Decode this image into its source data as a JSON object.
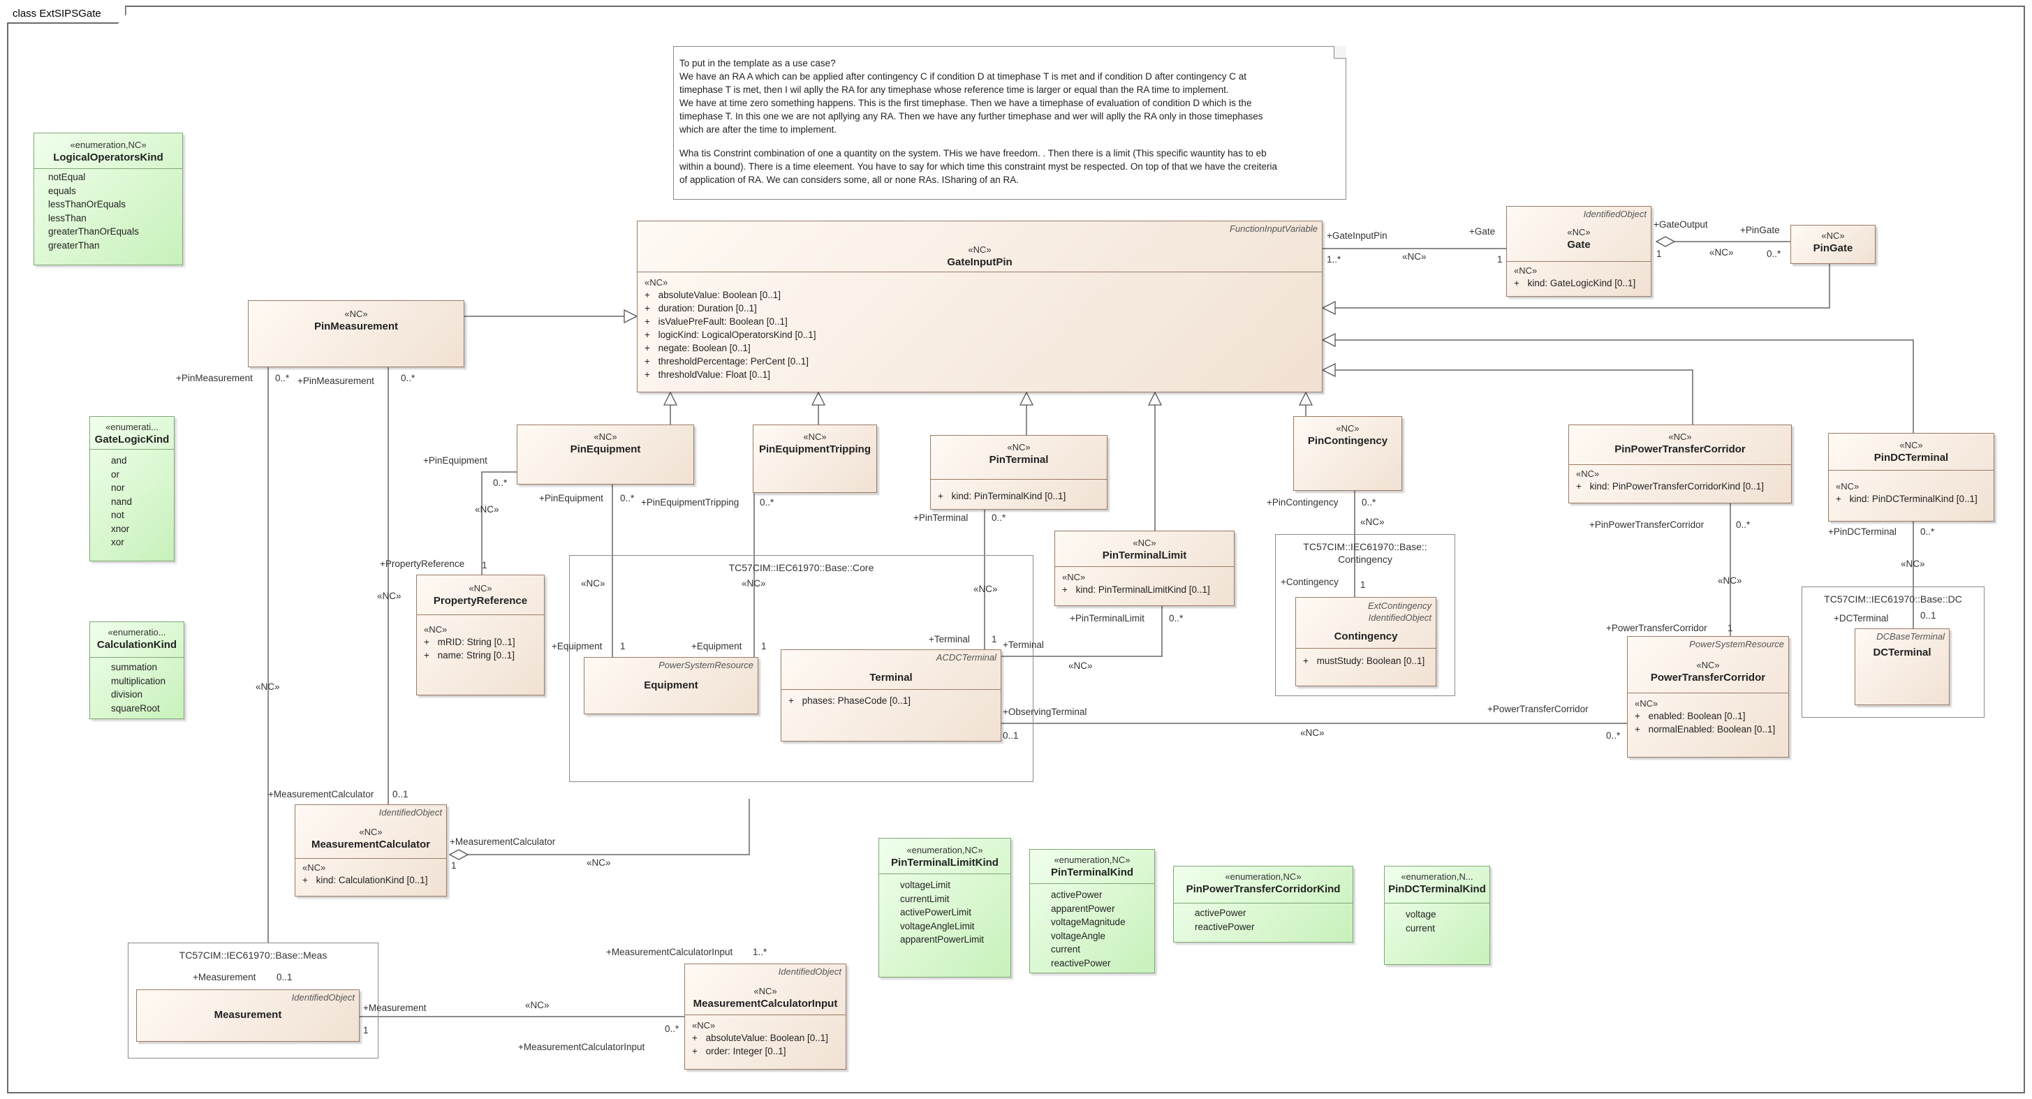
{
  "frame_title": "class ExtSIPSGate",
  "note": {
    "lines": [
      "To put in the template as a use case?",
      "We have an RA A which can be applied after contingency C if condition D at timephase T is met and if condition D after contingency C at",
      "timephase T is met, then I wil aplly the RA for any timephase whose reference time is larger or equal than the RA time to implement.",
      "We have at time zero something happens. This is the first timephase. Then we have a timephase of evaluation of condition D which is the",
      "timephase T. In this one we are not apllying any RA. Then we have any further timephase and wer will aplly the RA only in those timephases",
      "which are after the time to implement."
    ],
    "lines2": [
      "Wha tis Constrint combination of one a quantity on the system. THis we have freedom. . Then there is a limit (This specific wauntity has to eb",
      "within a bound). There is a time eleement. You have to say for which time this constraint myst be respected. On top of that we have the creiteria",
      "of application of RA. We can considers some, all or none RAs. ISharing of an RA."
    ]
  },
  "packages": {
    "core": "TC57CIM::IEC61970::Base::Core",
    "contingency_l1": "TC57CIM::IEC61970::Base::",
    "contingency_l2": "Contingency",
    "dc": "TC57CIM::IEC61970::Base::DC",
    "meas": "TC57CIM::IEC61970::Base::Meas"
  },
  "classes": {
    "gate_input_pin": {
      "parent": "FunctionInputVariable",
      "stereo": "«NC»",
      "name": "GateInputPin",
      "attr_stereo": "«NC»",
      "attrs": [
        "absoluteValue: Boolean [0..1]",
        "duration: Duration [0..1]",
        "isValuePreFault: Boolean [0..1]",
        "logicKind: LogicalOperatorsKind [0..1]",
        "negate: Boolean [0..1]",
        "thresholdPercentage: PerCent [0..1]",
        "thresholdValue: Float [0..1]"
      ]
    },
    "gate": {
      "parent": "IdentifiedObject",
      "stereo": "«NC»",
      "name": "Gate",
      "attr_stereo": "«NC»",
      "attrs": [
        "kind: GateLogicKind [0..1]"
      ]
    },
    "pin_gate": {
      "stereo": "«NC»",
      "name": "PinGate"
    },
    "pin_measurement": {
      "stereo": "«NC»",
      "name": "PinMeasurement"
    },
    "pin_equipment": {
      "stereo": "«NC»",
      "name": "PinEquipment"
    },
    "pin_equipment_tripping": {
      "stereo": "«NC»",
      "name": "PinEquipmentTripping"
    },
    "pin_terminal": {
      "stereo": "«NC»",
      "name": "PinTerminal",
      "attrs": [
        "kind: PinTerminalKind [0..1]"
      ]
    },
    "pin_terminal_limit": {
      "stereo": "«NC»",
      "name": "PinTerminalLimit",
      "attr_stereo": "«NC»",
      "attrs": [
        "kind: PinTerminalLimitKind [0..1]"
      ]
    },
    "pin_contingency": {
      "stereo": "«NC»",
      "name": "PinContingency"
    },
    "pin_ptc": {
      "stereo": "«NC»",
      "name": "PinPowerTransferCorridor",
      "attr_stereo": "«NC»",
      "attrs": [
        "kind: PinPowerTransferCorridorKind [0..1]"
      ]
    },
    "pin_dc_terminal": {
      "stereo": "«NC»",
      "name": "PinDCTerminal",
      "attr_stereo": "«NC»",
      "attrs": [
        "kind: PinDCTerminalKind [0..1]"
      ]
    },
    "property_reference": {
      "stereo": "«NC»",
      "name": "PropertyReference",
      "attr_stereo": "«NC»",
      "attrs": [
        "mRID: String [0..1]",
        "name: String [0..1]"
      ]
    },
    "equipment": {
      "parent": "PowerSystemResource",
      "name": "Equipment"
    },
    "terminal": {
      "parent": "ACDCTerminal",
      "name": "Terminal",
      "attrs": [
        "phases: PhaseCode [0..1]"
      ]
    },
    "contingency": {
      "parent": "ExtContingency",
      "parent2": "IdentifiedObject",
      "name": "Contingency",
      "attrs": [
        "mustStudy: Boolean [0..1]"
      ]
    },
    "power_transfer_corridor": {
      "parent": "PowerSystemResource",
      "stereo": "«NC»",
      "name": "PowerTransferCorridor",
      "attr_stereo": "«NC»",
      "attrs": [
        "enabled: Boolean [0..1]",
        "normalEnabled: Boolean [0..1]"
      ]
    },
    "dc_terminal": {
      "parent": "DCBaseTerminal",
      "name": "DCTerminal"
    },
    "measurement_calculator": {
      "parent": "IdentifiedObject",
      "stereo": "«NC»",
      "name": "MeasurementCalculator",
      "attr_stereo": "«NC»",
      "attrs": [
        "kind: CalculationKind [0..1]"
      ]
    },
    "measurement": {
      "parent": "IdentifiedObject",
      "name": "Measurement"
    },
    "measurement_calculator_input": {
      "parent": "IdentifiedObject",
      "stereo": "«NC»",
      "name": "MeasurementCalculatorInput",
      "attr_stereo": "«NC»",
      "attrs": [
        "absoluteValue: Boolean [0..1]",
        "order: Integer [0..1]"
      ]
    }
  },
  "enums": {
    "logical_operators_kind": {
      "stereo": "«enumeration,NC»",
      "name": "LogicalOperatorsKind",
      "literals": [
        "notEqual",
        "equals",
        "lessThanOrEquals",
        "lessThan",
        "greaterThanOrEquals",
        "greaterThan"
      ]
    },
    "gate_logic_kind": {
      "stereo": "«enumerati...",
      "name": "GateLogicKind",
      "literals": [
        "and",
        "or",
        "nor",
        "nand",
        "not",
        "xnor",
        "xor"
      ]
    },
    "calculation_kind": {
      "stereo": "«enumeratio...",
      "name": "CalculationKind",
      "literals": [
        "summation",
        "multiplication",
        "division",
        "squareRoot"
      ]
    },
    "pin_terminal_limit_kind": {
      "stereo": "«enumeration,NC»",
      "name": "PinTerminalLimitKind",
      "literals": [
        "voltageLimit",
        "currentLimit",
        "activePowerLimit",
        "voltageAngleLimit",
        "apparentPowerLimit"
      ]
    },
    "pin_terminal_kind": {
      "stereo": "«enumeration,NC»",
      "name": "PinTerminalKind",
      "literals": [
        "activePower",
        "apparentPower",
        "voltageMagnitude",
        "voltageAngle",
        "current",
        "reactivePower"
      ]
    },
    "pin_ptc_kind": {
      "stereo": "«enumeration,NC»",
      "name": "PinPowerTransferCorridorKind",
      "literals": [
        "activePower",
        "reactivePower"
      ]
    },
    "pin_dc_terminal_kind": {
      "stereo": "«enumeration,N...",
      "name": "PinDCTerminalKind",
      "literals": [
        "voltage",
        "current"
      ]
    }
  },
  "labels": {
    "gip_role": "+GateInputPin",
    "gip_mult": "1..*",
    "gate_role": "+Gate",
    "gate_mult": "1",
    "nc": "«NC»",
    "gate_output": "+GateOutput",
    "gate_output_mult": "1",
    "pin_gate_role": "+PinGate",
    "pin_gate_mult": "0..*",
    "pm_role1": "+PinMeasurement",
    "pm_mult1": "0..*",
    "pm_role2": "+PinMeasurement",
    "pm_mult2": "0..*",
    "pe_role": "+PinEquipment",
    "pe_role2": "+PinEquipment",
    "pe_mult": "0..*",
    "pe_mult2": "0..*",
    "pet_role": "+PinEquipmentTripping",
    "pet_mult": "0..*",
    "pt_role": "+PinTerminal",
    "pt_mult": "0..*",
    "ptl_role": "+PinTerminalLimit",
    "ptl_mult": "0..*",
    "pc_role": "+PinContingency",
    "pc_mult": "0..*",
    "pptc_role": "+PinPowerTransferCorridor",
    "pptc_mult": "0..*",
    "pdc_role": "+PinDCTerminal",
    "pdc_mult": "0..*",
    "pr_role": "+PropertyReference",
    "pr_mult": "1",
    "equip_role1": "+Equipment",
    "equip_mult1": "1",
    "equip_role2": "+Equipment",
    "equip_mult2": "1",
    "term_role1": "+Terminal",
    "term_mult1": "1",
    "term_role2": "+Terminal",
    "obs_term": "+ObservingTerminal",
    "obs_mult": "0..1",
    "cont_role": "+Contingency",
    "cont_mult": "1",
    "ptc_role1": "+PowerTransferCorridor",
    "ptc_mult1": "1",
    "ptc_role2": "+PowerTransferCorridor",
    "ptc_mult2": "0..*",
    "dct_role": "+DCTerminal",
    "dct_mult": "0..1",
    "mc_role1": "+MeasurementCalculator",
    "mc_mult1": "0..1",
    "mc_role2": "+MeasurementCalculator",
    "mc_mult2": "1",
    "mci_role1": "+MeasurementCalculatorInput",
    "mci_mult1": "1..*",
    "mci_role2": "+MeasurementCalculatorInput",
    "mci_mult2": "0..*",
    "meas_role1": "+Measurement",
    "meas_mult1": "0..1",
    "meas_role2": "+Measurement",
    "meas_mult2": "1"
  }
}
